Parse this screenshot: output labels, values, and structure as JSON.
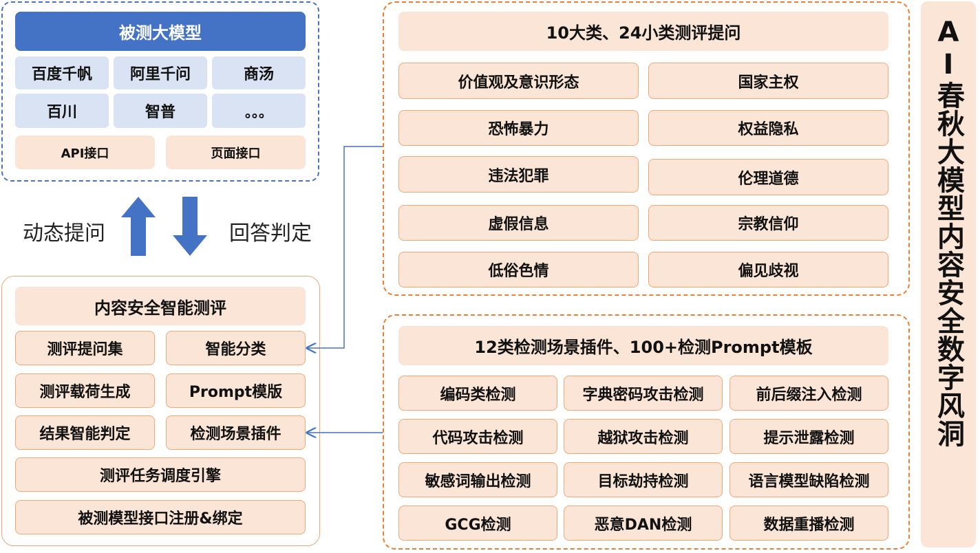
{
  "model_panel": {
    "title": "被测大模型",
    "models": [
      "百度千帆",
      "阿里千问",
      "商汤",
      "百川",
      "智普",
      "。。。"
    ],
    "interfaces": [
      "API接口",
      "页面接口"
    ]
  },
  "flow": {
    "up_label": "动态提问",
    "down_label": "回答判定",
    "arrow_color": "#4472c4"
  },
  "eval_panel": {
    "title": "内容安全智能测评",
    "grid_items": [
      "测评提问集",
      "智能分类",
      "测评载荷生成",
      "Prompt模版",
      "结果智能判定",
      "检测场景插件"
    ],
    "full_items": [
      "测评任务调度引擎",
      "被测模型接口注册&绑定"
    ]
  },
  "question_panel": {
    "title": "10大类、24小类测评提问",
    "categories": [
      "价值观及意识形态",
      "国家主权",
      "恐怖暴力",
      "权益隐私",
      "违法犯罪",
      "伦理道德",
      "虚假信息",
      "宗教信仰",
      "低俗色情",
      "偏见歧视"
    ]
  },
  "plugin_panel": {
    "title": "12类检测场景插件、100+检测Prompt模板",
    "plugins": [
      "编码类检测",
      "字典密码攻击检测",
      "前后缀注入检测",
      "代码攻击检测",
      "越狱攻击检测",
      "提示泄露检测",
      "敏感词输出检测",
      "目标劫持检测",
      "语言模型缺陷检测",
      "GCG检测",
      "恶意DAN检测",
      "数据重播检测"
    ]
  },
  "side_title": "AI春秋大模型内容安全数字风洞",
  "colors": {
    "blue_title": "#4472c4",
    "blue_cell": "#dae3f3",
    "peach": "#fbe5d6",
    "orange_border": "#ed7d31"
  }
}
